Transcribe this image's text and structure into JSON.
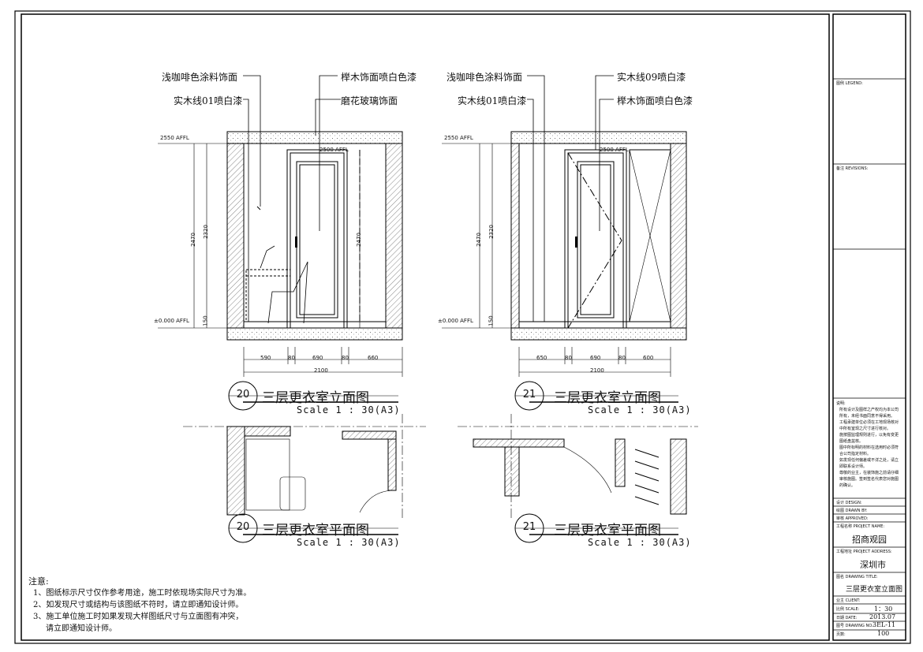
{
  "elevation_left": {
    "callouts": [
      "浅咖啡色涂料饰面",
      "实木线01喷白漆",
      "榉木饰面喷白色漆",
      "磨花玻璃饰面"
    ],
    "level_top": "2550 AFFL",
    "level_door": "2500 AFFL",
    "level_floor": "±0.000 AFFL",
    "dims_vertical": [
      "2470",
      "2320",
      "150",
      "2470"
    ],
    "dims_bottom": [
      "590",
      "80",
      "690",
      "80",
      "660"
    ],
    "dim_total": "2100",
    "number": "20",
    "title": "三层更衣室立面图",
    "scale": "Scale 1 : 30(A3)"
  },
  "elevation_right": {
    "callouts": [
      "浅咖啡色涂料饰面",
      "实木线01喷白漆",
      "实木线09喷白漆",
      "榉木饰面喷白色漆"
    ],
    "level_top": "2550 AFFL",
    "level_door": "2500 AFFL",
    "level_floor": "±0.000 AFFL",
    "dims_vertical": [
      "2470",
      "2320",
      "150"
    ],
    "dims_bottom": [
      "650",
      "80",
      "690",
      "80",
      "600"
    ],
    "dim_total": "2100",
    "number": "21",
    "title": "三层更衣室立面图",
    "scale": "Scale 1 : 30(A3)"
  },
  "plan_left": {
    "number": "20",
    "title": "三层更衣室平面图",
    "scale": "Scale 1 : 30(A3)"
  },
  "plan_right": {
    "number": "21",
    "title": "三层更衣室平面图",
    "scale": "Scale 1 : 30(A3)"
  },
  "notes": {
    "heading": "注意:",
    "items": [
      "1、图纸标示尺寸仅作参考用途，施工时依现场实际尺寸为准。",
      "2、如发现尺寸或结构与该图纸不符时，请立即通知设计师。",
      "3、施工单位施工时如果发现大样图纸尺寸与立面图有冲突，",
      "请立即通知设计师。"
    ]
  },
  "title_block": {
    "legend_label": "图例 LEGEND:",
    "revisions_label": "备注 REVISIONS:",
    "remarks_label": "说明:",
    "remarks": [
      "所有设计及图样之产权均为本公司",
      "所有，未经书面同意不得采用。",
      "工程承建单位必须在工地现场核对",
      "中所有室现之尺寸进行核对。",
      "施按图监理规则进行，以免有变更",
      "图纸盘盆核。",
      "图中所标明的材料在选用时必须符",
      "合公司指定材料。",
      "如发现任何偏差或不详之处，请立",
      "即联系设计师。",
      "尊敬的业主，在装饰施之前请仔细",
      "审核施图。签到签名代表您对施图",
      "的确认。"
    ],
    "design_label": "设计 DESIGN:",
    "drawn_label": "绘图 DRAWN BY:",
    "approved_label": "审核 APPROVED:",
    "project_name_label": "工程名称 PROJECT NAME:",
    "project_name": "招商观园",
    "project_address_label": "工程地址 PROJECT ADDRESS:",
    "project_address": "深圳市",
    "drawing_title_label": "图名 DRAWING TITLE:",
    "drawing_title": "三层更衣室立面图",
    "client_label": "业主 CLIENT:",
    "scale_label": "比例 SCALE:",
    "scale": "1：30",
    "date_label": "日期 DATE:",
    "date": "2013.07",
    "drawing_no_label": "图号 DRAWING NO.:",
    "drawing_no": "3EL-11",
    "page_label": "页数:",
    "page": "100"
  }
}
